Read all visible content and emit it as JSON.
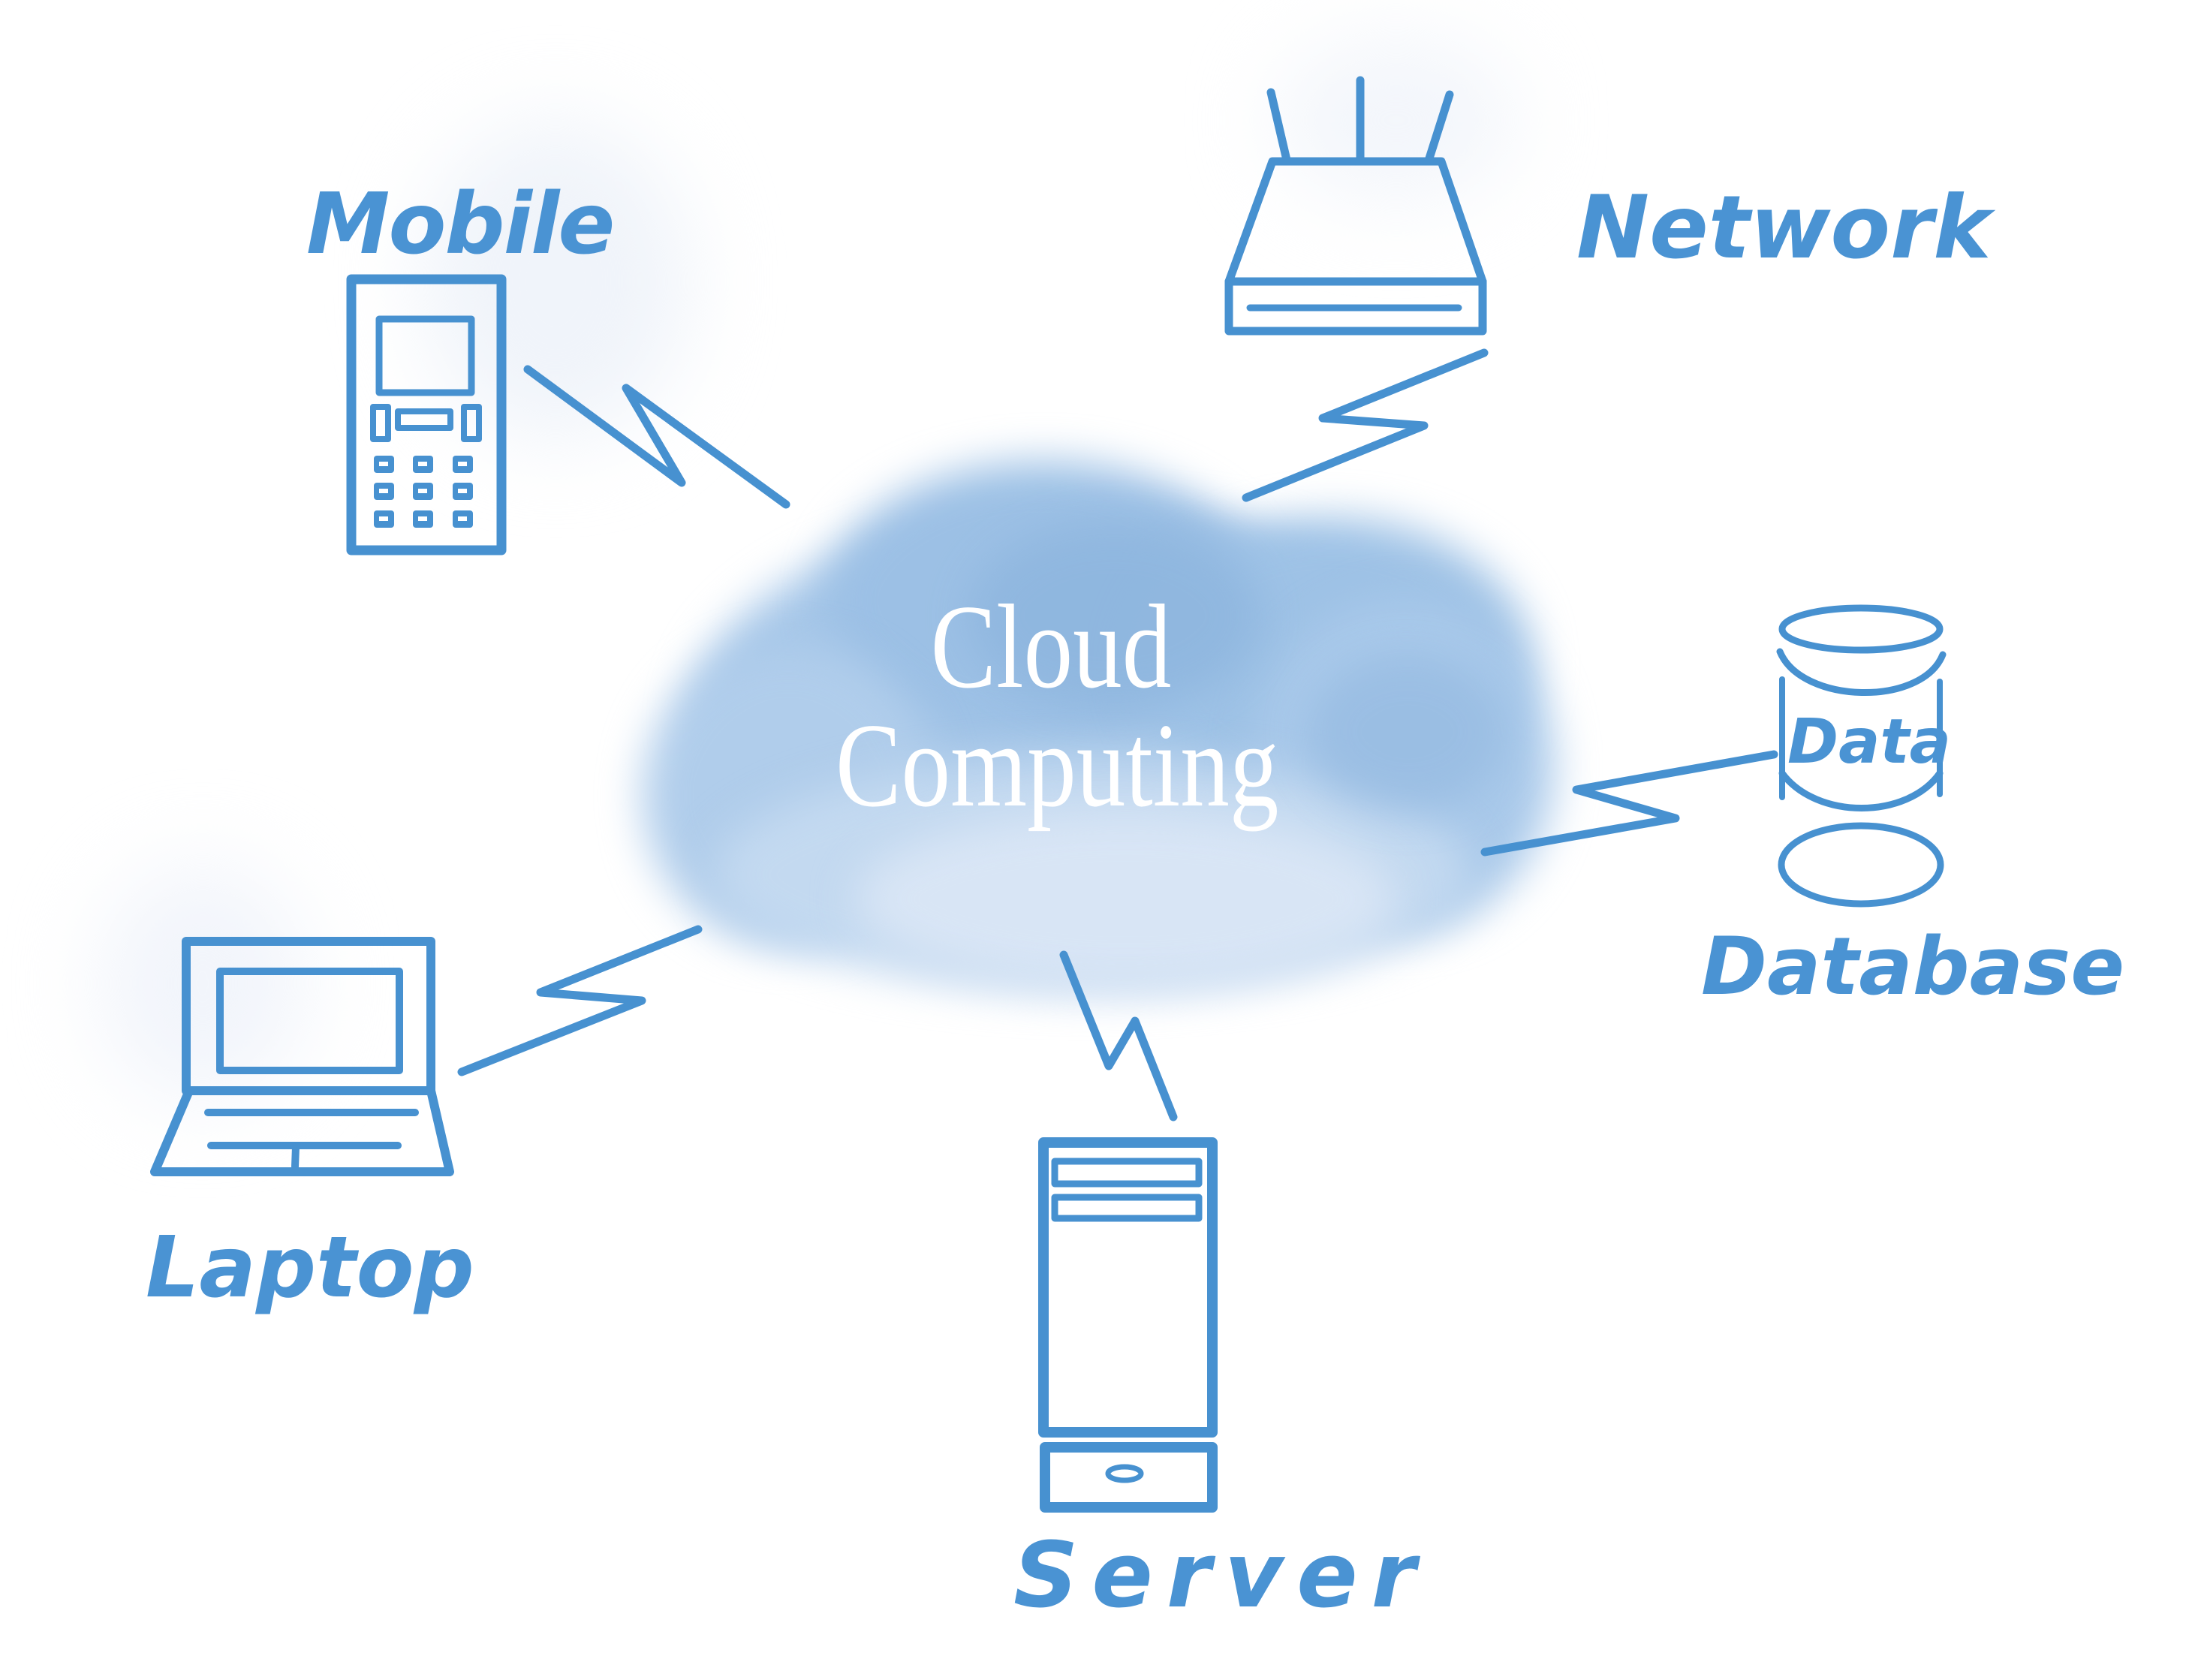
{
  "title": "Cloud Computing diagram",
  "accent_color": "#4791d0",
  "label_color": "#4a93d3",
  "cloud": {
    "line1": "Cloud",
    "line2": "Computing",
    "text_color": "#ffffff",
    "fill_colors": [
      "#8db5de",
      "#a6c7e9",
      "#c3d9f0",
      "#d8e5f5"
    ]
  },
  "nodes": [
    {
      "id": "mobile",
      "label": "Mobile",
      "icon": "mobile-phone-icon",
      "position": "top-left"
    },
    {
      "id": "network",
      "label": "Network",
      "icon": "router-icon",
      "position": "top-right"
    },
    {
      "id": "database",
      "label": "Database",
      "icon": "database-cylinder-icon",
      "position": "right",
      "sublabel": "Data"
    },
    {
      "id": "server",
      "label": "Server",
      "icon": "server-tower-icon",
      "position": "bottom-center"
    },
    {
      "id": "laptop",
      "label": "Laptop",
      "icon": "laptop-icon",
      "position": "bottom-left"
    }
  ],
  "connectors": [
    {
      "name": "mobile-cloud-connector"
    },
    {
      "name": "network-cloud-connector"
    },
    {
      "name": "database-cloud-connector"
    },
    {
      "name": "server-cloud-connector"
    },
    {
      "name": "laptop-cloud-connector"
    }
  ]
}
